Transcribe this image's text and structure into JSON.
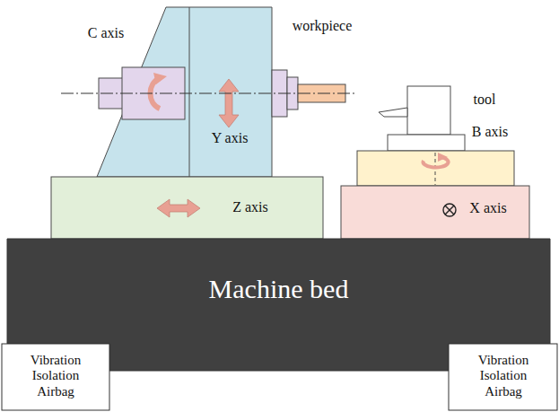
{
  "diagram": {
    "nodes": [
      {
        "text": [
          "C axis"
        ]
      },
      {
        "text": [
          "Y axis"
        ]
      },
      {
        "text": [
          "workpiece"
        ]
      },
      {
        "text": [
          "tool"
        ]
      },
      {
        "text": [
          "B axis"
        ]
      },
      {
        "text": [
          "Z axis"
        ]
      },
      {
        "text": [
          "X axis"
        ]
      },
      {
        "text": [
          "Machine bed"
        ]
      },
      {
        "text": [
          "Vibration Isolation Airbag"
        ]
      },
      {
        "text": [
          "Vibration Isolation Airbag"
        ]
      }
    ]
  }
}
